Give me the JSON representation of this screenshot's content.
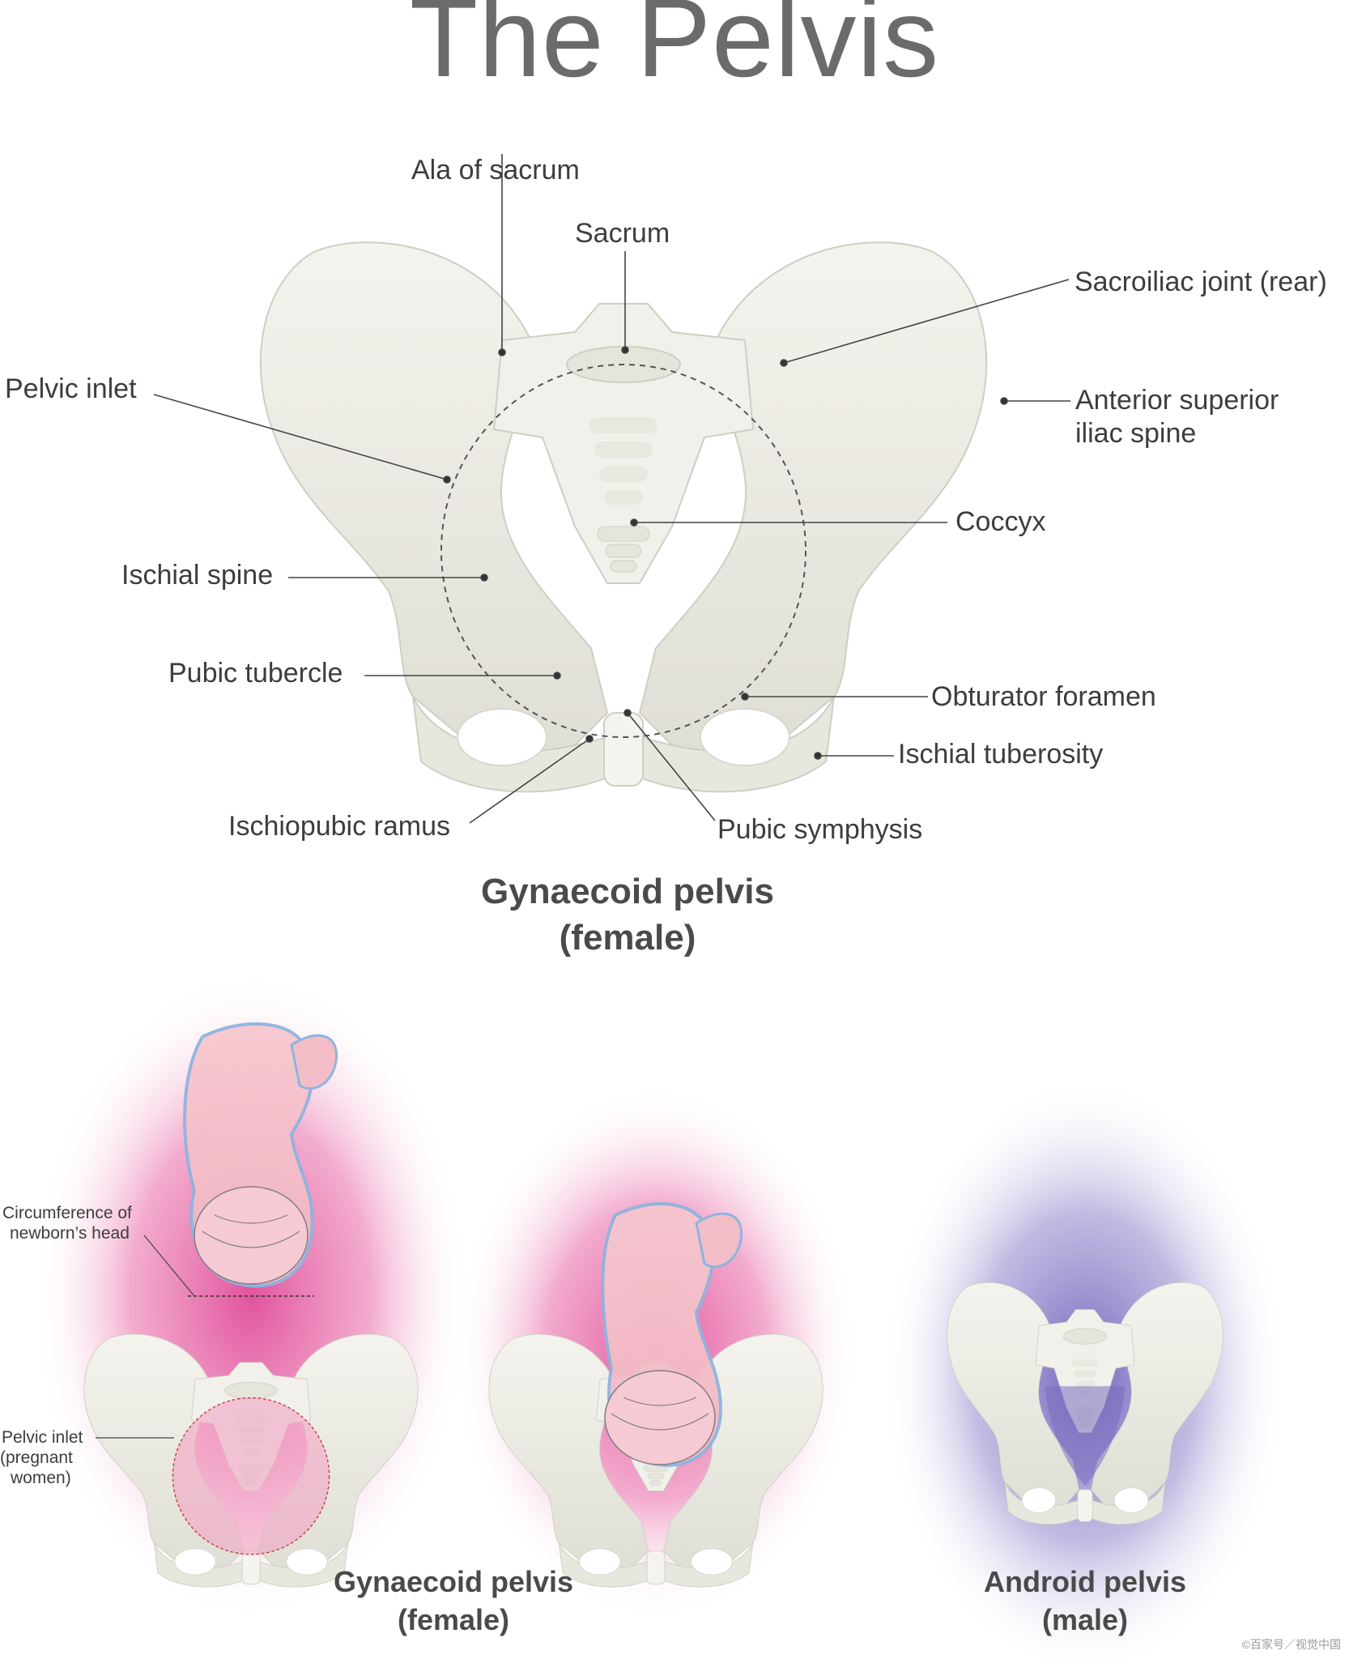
{
  "title": "The Pelvis",
  "main_labels": {
    "ala_of_sacrum": "Ala of sacrum",
    "sacrum": "Sacrum",
    "sacroiliac_joint": "Sacroiliac joint (rear)",
    "pelvic_inlet": "Pelvic inlet",
    "anterior_superior_iliac_spine_1": "Anterior superior",
    "anterior_superior_iliac_spine_2": "iliac spine",
    "coccyx": "Coccyx",
    "ischial_spine": "Ischial spine",
    "pubic_tubercle": "Pubic tubercle",
    "obturator_foramen": "Obturator foramen",
    "ischial_tuberosity": "Ischial tuberosity",
    "ischiopubic_ramus": "Ischiopubic ramus",
    "pubic_symphysis": "Pubic symphysis"
  },
  "main_caption": {
    "line1": "Gynaecoid pelvis",
    "line2": "(female)"
  },
  "small_labels": {
    "head_circumference_1": "Circumference of",
    "head_circumference_2": "newborn’s head",
    "pelvic_inlet_pregnant_1": "Pelvic inlet",
    "pelvic_inlet_pregnant_2": "(pregnant",
    "pelvic_inlet_pregnant_3": "women)"
  },
  "bottom_captions": [
    {
      "line1": "Gynaecoid pelvis",
      "line2": "(female)"
    },
    {
      "line1": "Android pelvis",
      "line2": "(male)"
    }
  ],
  "watermark": "©百家号／视觉中国",
  "colors": {
    "bone": "#ecebe3",
    "bone_shadow": "#d6d5cb",
    "female_glow": "#e36aa5",
    "male_glow": "#7d6fbf",
    "label_text": "#3d3d3d"
  }
}
